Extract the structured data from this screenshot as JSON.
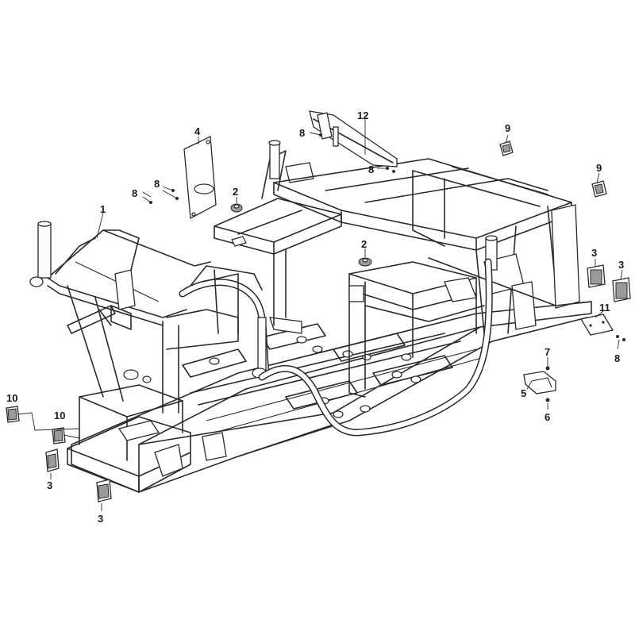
{
  "diagram": {
    "callouts": [
      {
        "id": "c1",
        "label": "1"
      },
      {
        "id": "c2a",
        "label": "2"
      },
      {
        "id": "c2b",
        "label": "2"
      },
      {
        "id": "c3a",
        "label": "3"
      },
      {
        "id": "c3b",
        "label": "3"
      },
      {
        "id": "c3c",
        "label": "3"
      },
      {
        "id": "c3d",
        "label": "3"
      },
      {
        "id": "c4",
        "label": "4"
      },
      {
        "id": "c5",
        "label": "5"
      },
      {
        "id": "c6",
        "label": "6"
      },
      {
        "id": "c7",
        "label": "7"
      },
      {
        "id": "c8a",
        "label": "8"
      },
      {
        "id": "c8b",
        "label": "8"
      },
      {
        "id": "c8c",
        "label": "8"
      },
      {
        "id": "c8d",
        "label": "8"
      },
      {
        "id": "c8e",
        "label": "8"
      },
      {
        "id": "c9a",
        "label": "9"
      },
      {
        "id": "c9b",
        "label": "9"
      },
      {
        "id": "c10a",
        "label": "10"
      },
      {
        "id": "c10b",
        "label": "10"
      },
      {
        "id": "c11",
        "label": "11"
      },
      {
        "id": "c12",
        "label": "12"
      }
    ],
    "colors": {
      "line": "#2a2a2a",
      "background": "#ffffff",
      "fill_dark": "#9a9a9a"
    }
  }
}
